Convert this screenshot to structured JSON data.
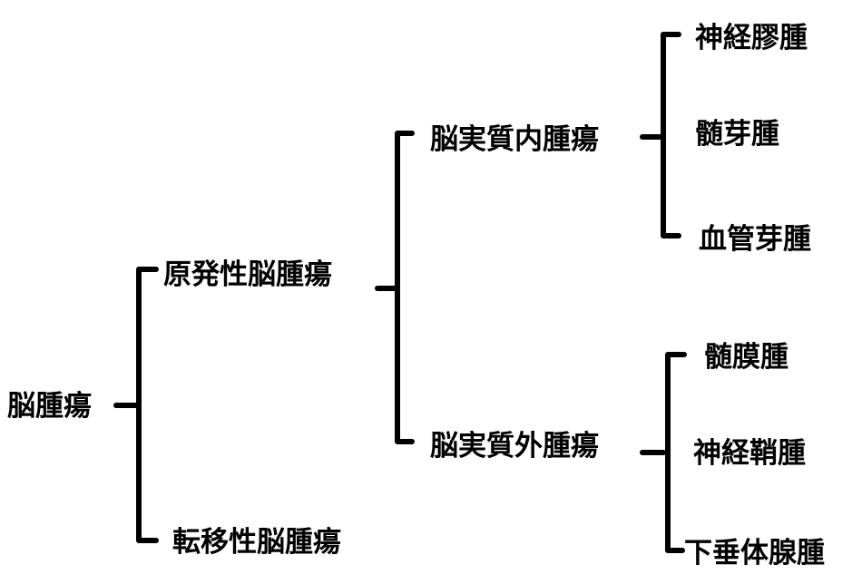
{
  "diagram": {
    "root": "脳腫瘍",
    "primary": "原発性脳腫瘍",
    "metastatic": "転移性脳腫瘍",
    "intra_axial": "脳実質内腫瘍",
    "extra_axial": "脳実質外腫瘍",
    "glioma": "神経膠腫",
    "medulloblastoma": "髄芽腫",
    "hemangioblastoma": "血管芽腫",
    "meningioma": "髄膜腫",
    "schwannoma": "神経鞘腫",
    "pituitary_adenoma": "下垂体腺腫"
  }
}
